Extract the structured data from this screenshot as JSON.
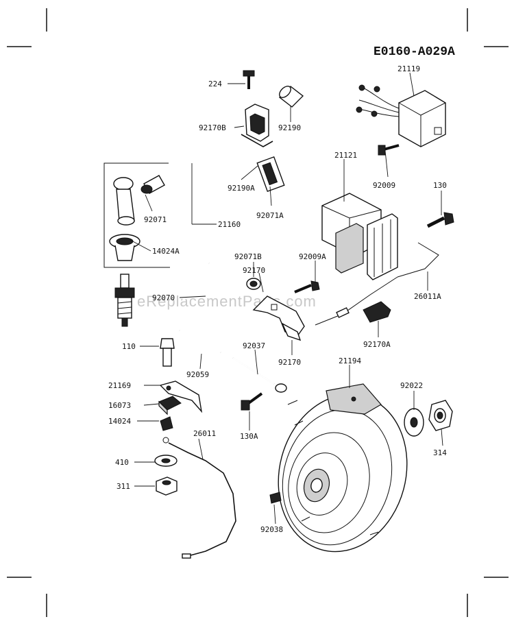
{
  "diagram_code": "E0160-A029A",
  "watermark": "eReplacementParts.com",
  "callouts": [
    "224",
    "92170B",
    "92190",
    "21119",
    "92190A",
    "21121",
    "92009",
    "130",
    "92071",
    "21160",
    "92071A",
    "14024A",
    "92071B",
    "92170",
    "92009A",
    "92070",
    "26011A",
    "92170A",
    "110",
    "92037",
    "21194",
    "92059",
    "92170",
    "21169",
    "16073",
    "92022",
    "14024",
    "26011",
    "130A",
    "314",
    "410",
    "311",
    "92038"
  ]
}
